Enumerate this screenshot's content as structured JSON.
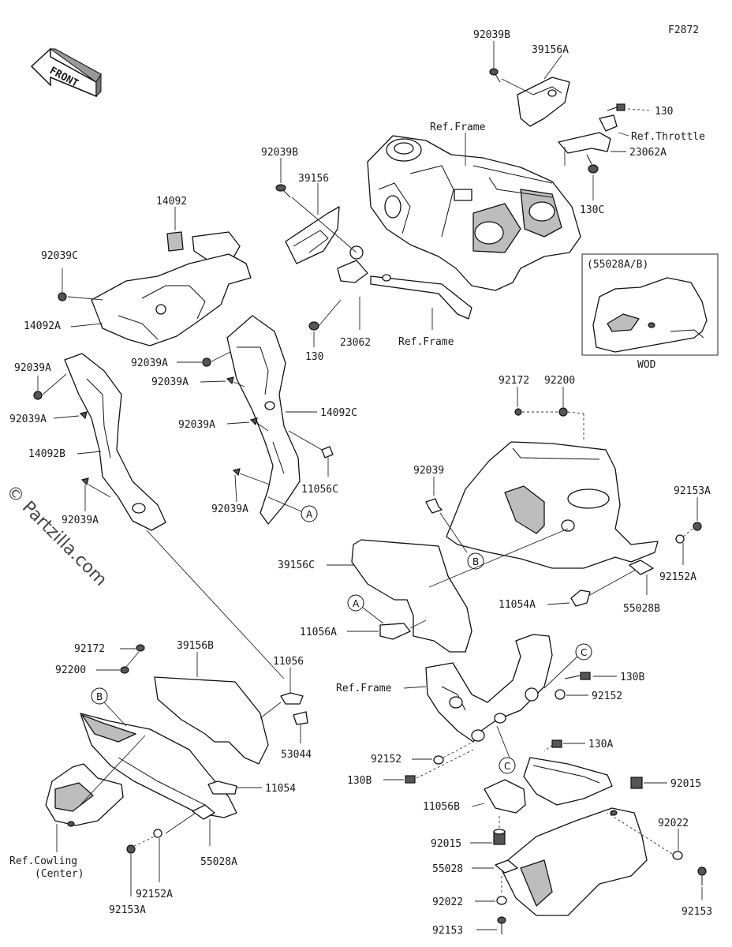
{
  "figure_code": "F2872",
  "front_label": "FRONT",
  "watermark": "© Partzilla.com",
  "inset": {
    "title": "(55028A/B)",
    "caption": "WOD"
  },
  "callouts": {
    "a": "A",
    "b": "B",
    "c": "C"
  },
  "labels": {
    "l92039B_top": "92039B",
    "l39156A": "39156A",
    "l130_top": "130",
    "lRefThrottle": "Ref.Throttle",
    "l23062A": "23062A",
    "l130C": "130C",
    "lRefFrame_top": "Ref.Frame",
    "l92039B_mid": "92039B",
    "l39156": "39156",
    "l14092": "14092",
    "l92039C": "92039C",
    "l14092A": "14092A",
    "l92039A_1": "92039A",
    "l92039A_2": "92039A",
    "l92039A_3": "92039A",
    "l92039A_4": "92039A",
    "l92039A_5": "92039A",
    "l92039A_6": "92039A",
    "l92039A_7": "92039A",
    "l23062": "23062",
    "lRefFrame_mid": "Ref.Frame",
    "l130_mid": "130",
    "l14092C": "14092C",
    "l14092B": "14092B",
    "l11056C": "11056C",
    "l92172_r": "92172",
    "l92200_r": "92200",
    "l92039": "92039",
    "l92153A_r": "92153A",
    "l92152A_r": "92152A",
    "l39156C": "39156C",
    "l11054A": "11054A",
    "l55028B": "55028B",
    "l11056A": "11056A",
    "l92172_l": "92172",
    "l92200_l": "92200",
    "l39156B": "39156B",
    "l11056": "11056",
    "l53044": "53044",
    "l11054": "11054",
    "lRefCowling1": "Ref.Cowling",
    "lRefCowling2": "(Center)",
    "l92152A_l": "92152A",
    "l55028A": "55028A",
    "l92153A_l": "92153A",
    "lRefFrame_low": "Ref.Frame",
    "l130B_r": "130B",
    "l92152_r": "92152",
    "l92152_l": "92152",
    "l130B_l": "130B",
    "l130A": "130A",
    "l92015_r": "92015",
    "l11056B": "11056B",
    "l92015_l": "92015",
    "l92022_r": "92022",
    "l55028": "55028",
    "l92022_l": "92022",
    "l92153_r": "92153",
    "l92153_l": "92153"
  }
}
